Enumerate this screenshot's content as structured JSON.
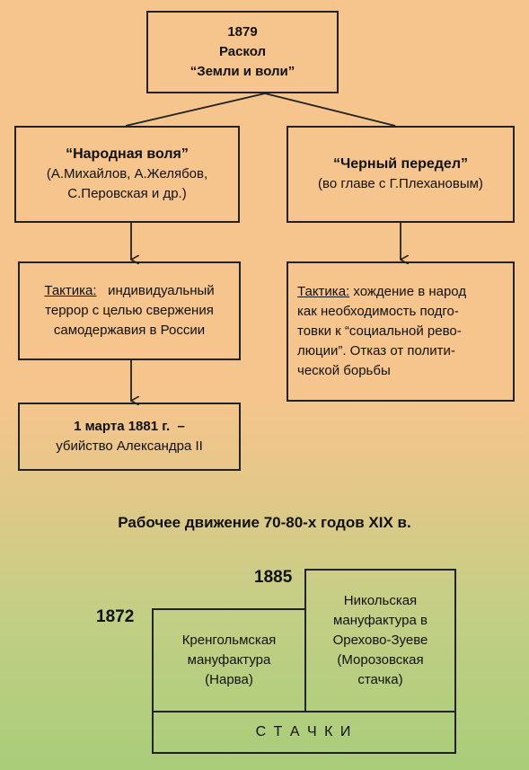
{
  "split": {
    "year": "1879",
    "title": "Раскол",
    "subtitle": "“Земли и воли”"
  },
  "narodnaya": {
    "title": "“Народная воля”",
    "members_line1": "(А.Михайлов, А.Желябов,",
    "members_line2": "С.Перовская и др.)",
    "tactics_label": "Тактика:",
    "tactics_line1": "индивидуальный",
    "tactics_line2": "террор с целью свержения",
    "tactics_line3": "самодержавия в России",
    "event_date": "1 марта 1881 г.",
    "event_dash": "–",
    "event_text": "убийство Александра II"
  },
  "cherny": {
    "title": "“Черный передел”",
    "leader": "(во главе с Г.Плехановым)",
    "tactics_label": "Тактика:",
    "tactics_line1": "хождение в народ",
    "tactics_line2": "как необходимость подго-",
    "tactics_line3": "товки к  “социальной рево-",
    "tactics_line4": "люции”. Отказ от полити-",
    "tactics_line5": "ческой борьбы"
  },
  "labor": {
    "heading": "Рабочее движение 70-80-х годов XIX в.",
    "year_1872": "1872",
    "year_1885": "1885",
    "krenholm_line1": "Кренгольмская",
    "krenholm_line2": "мануфактура",
    "krenholm_line3": "(Нарва)",
    "nikolsk_line1": "Никольская",
    "nikolsk_line2": "мануфактура в",
    "nikolsk_line3": "Орехово-Зуеве",
    "nikolsk_line4": "(Морозовская",
    "nikolsk_line5": "стачка)",
    "strikes": "С Т А Ч К И"
  }
}
